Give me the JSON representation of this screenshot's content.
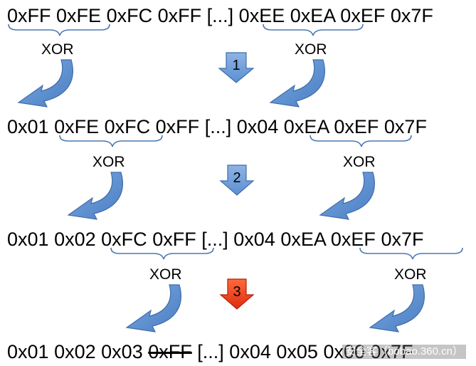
{
  "rows": [
    {
      "tokens": [
        "0xFF",
        "0xFE",
        "0xFC",
        "0xFF",
        "[...]",
        "0xEE",
        "0xEA",
        "0xEF",
        "0x7F"
      ]
    },
    {
      "tokens": [
        "0x01",
        "0xFE",
        "0xFC",
        "0xFF",
        "[...]",
        "0x04",
        "0xEA",
        "0xEF",
        "0x7F"
      ]
    },
    {
      "tokens": [
        "0x01",
        "0x02",
        "0xFC",
        "0xFF",
        "[...]",
        "0x04",
        "0xEA",
        "0xEF",
        "0x7F"
      ]
    },
    {
      "tokens": [
        "0x01",
        "0x02",
        "0x03",
        "0xFF",
        "[...]",
        "0x04",
        "0x05",
        "0x00",
        "0x7F"
      ]
    }
  ],
  "xor_label": "XOR",
  "steps": [
    {
      "label": "1",
      "color": "#5b8fd2"
    },
    {
      "label": "2",
      "color": "#5b8fd2"
    },
    {
      "label": "3",
      "color": "#f03c1e"
    }
  ],
  "colors": {
    "brace": "#4a78b4",
    "curved_arrow": "#5b8fd2",
    "text": "#000000"
  },
  "watermark": "安全客（bobao.360.cn）",
  "icons": [
    "curved-arrow-icon",
    "down-arrow-icon"
  ]
}
